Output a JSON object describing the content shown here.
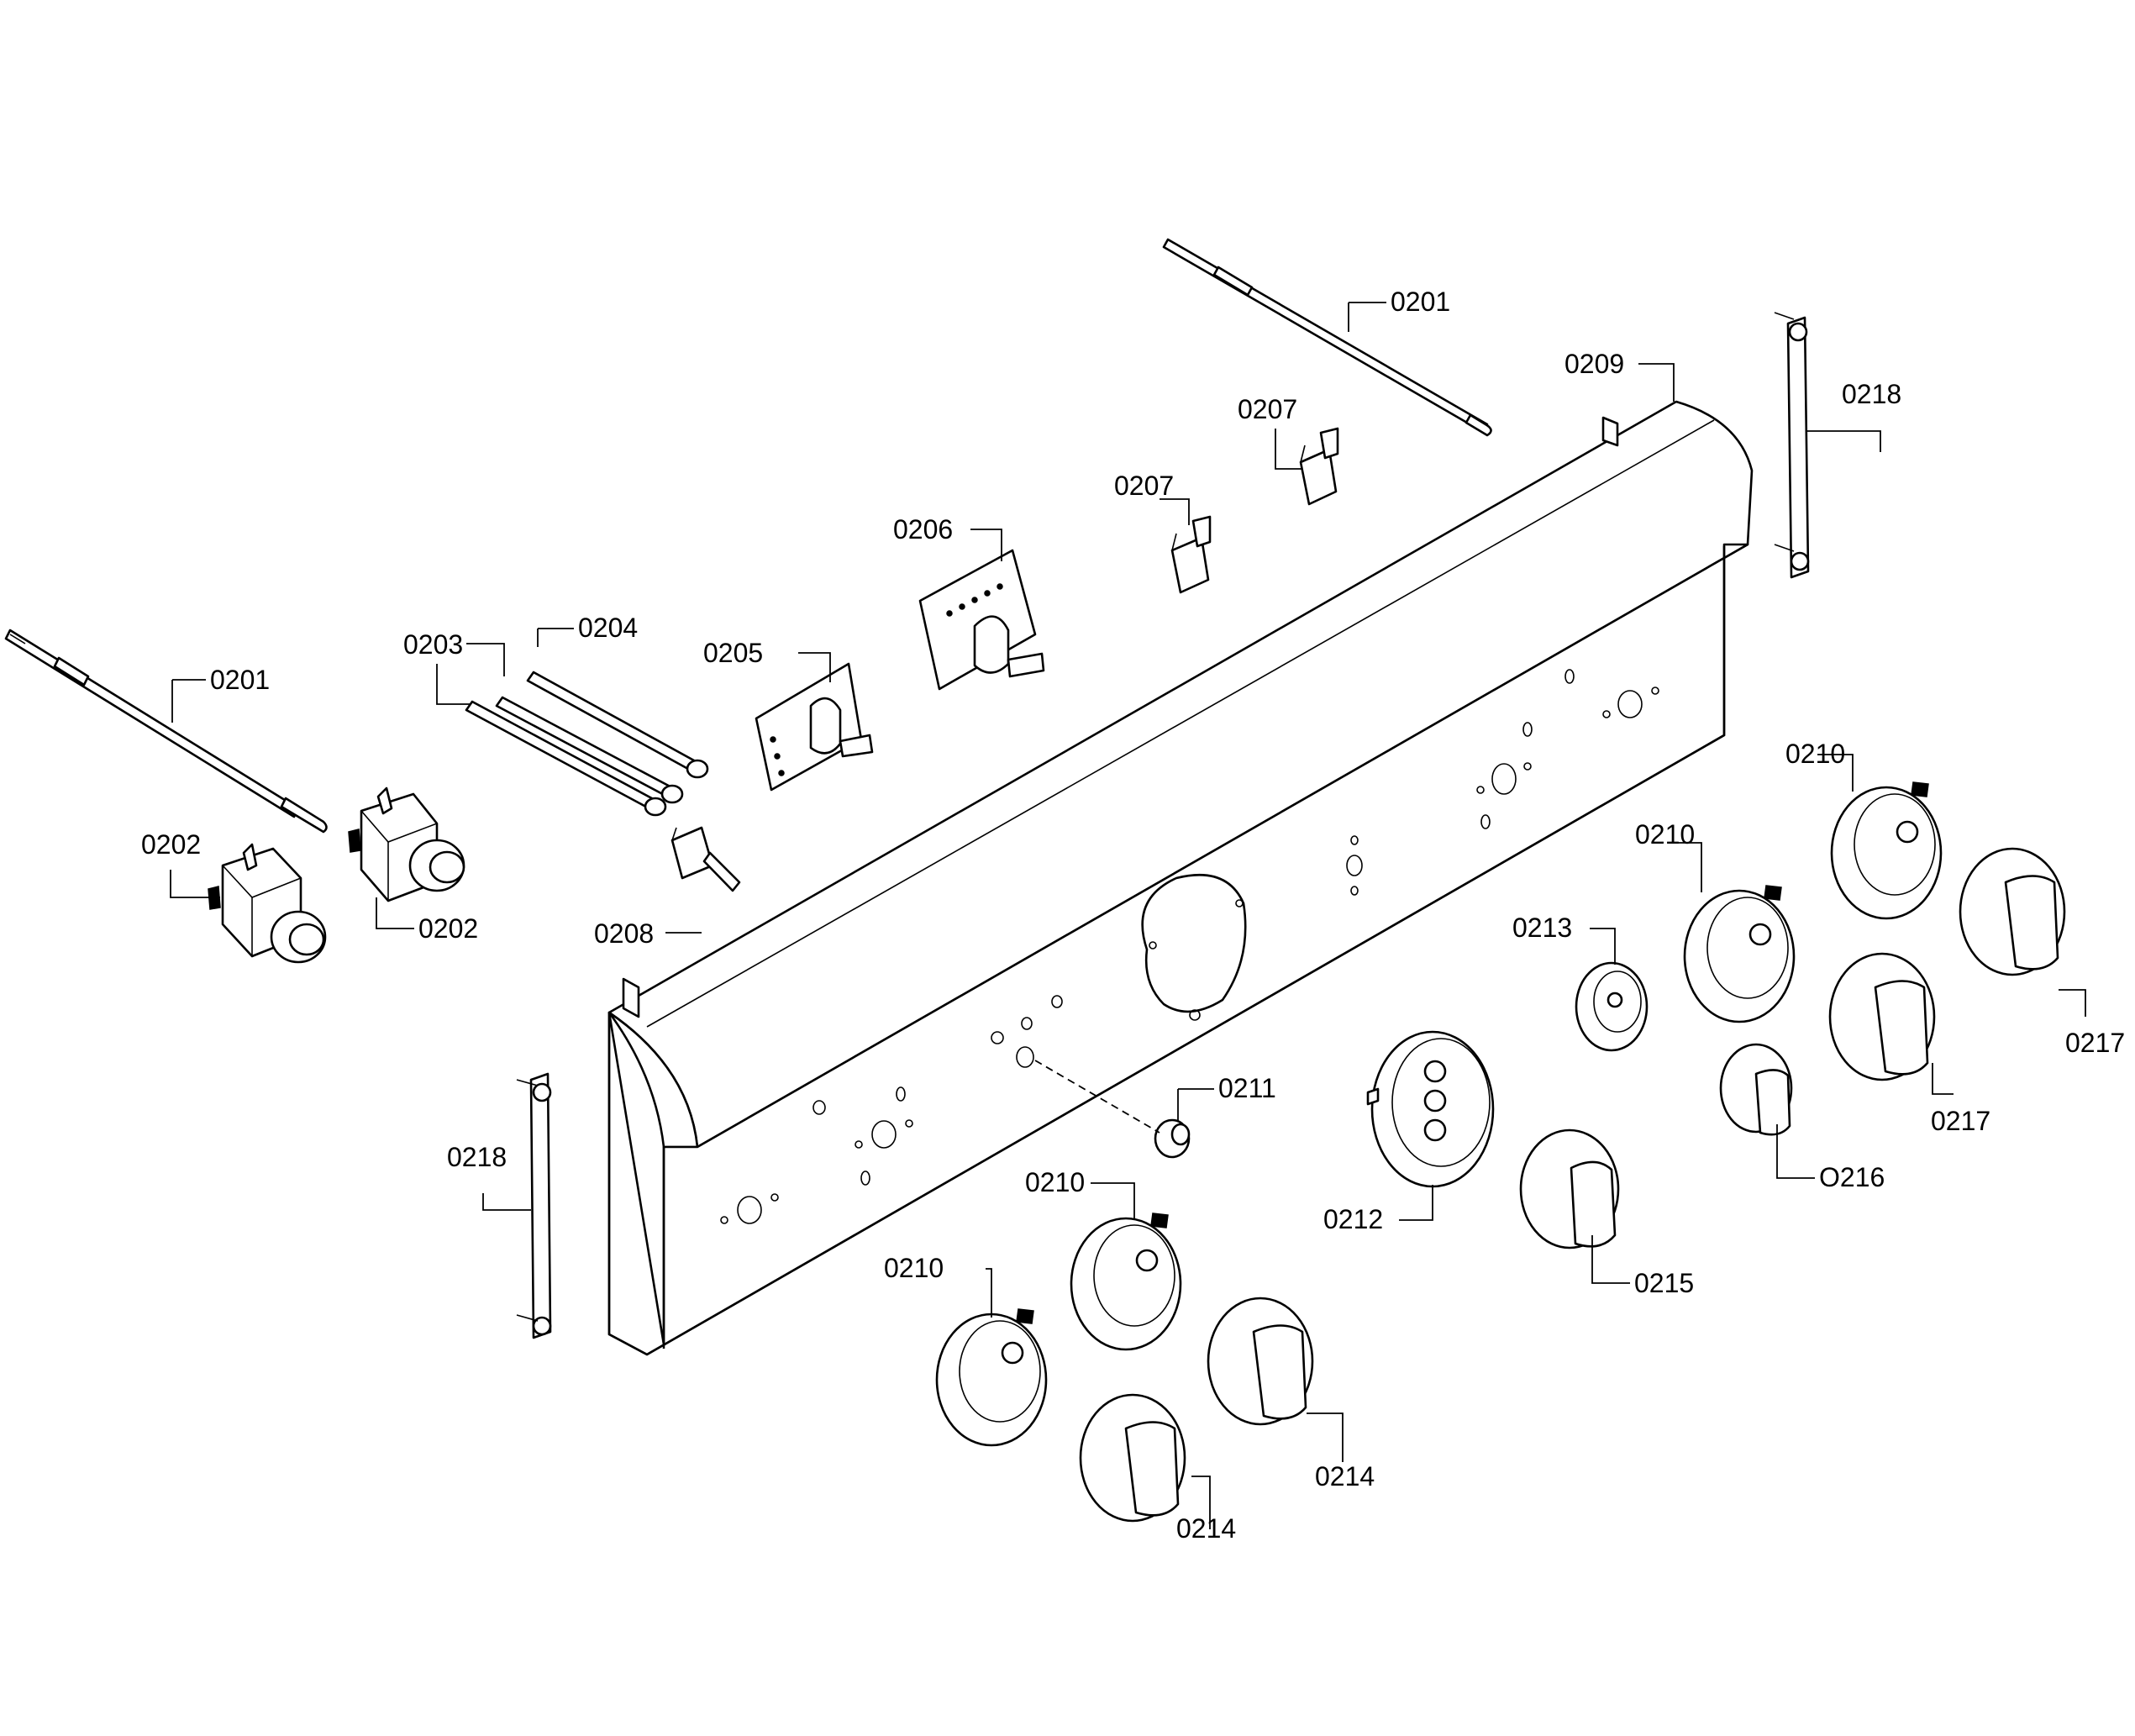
{
  "callouts": {
    "c0201_left": "0201",
    "c0201_right": "0201",
    "c0202_left": "0202",
    "c0202_right": "0202",
    "c0203": "0203",
    "c0204": "0204",
    "c0205": "0205",
    "c0206": "0206",
    "c0207_left": "0207",
    "c0207_right": "0207",
    "c0208": "0208",
    "c0209": "0209",
    "c0210_a": "0210",
    "c0210_b": "0210",
    "c0210_c": "0210",
    "c0210_d": "0210",
    "c0211": "0211",
    "c0212": "0212",
    "c0213": "0213",
    "c0214_a": "0214",
    "c0214_b": "0214",
    "c0215": "0215",
    "c0216": "O216",
    "c0217_a": "0217",
    "c0217_b": "0217",
    "c0218_left": "0218",
    "c0218_right": "0218"
  }
}
